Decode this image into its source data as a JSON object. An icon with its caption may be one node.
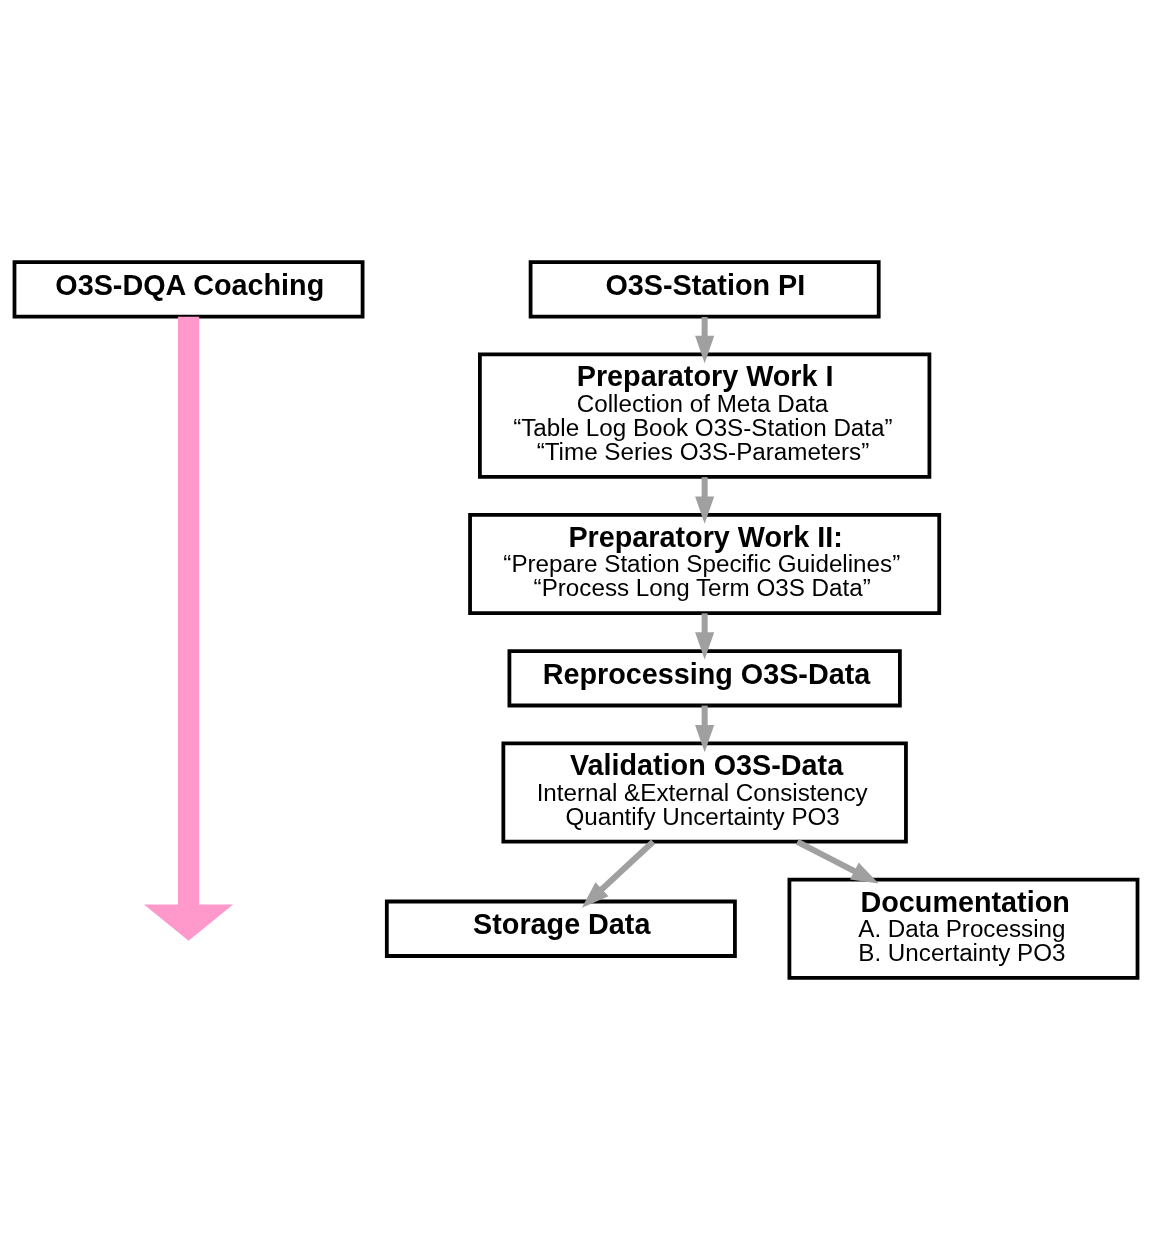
{
  "diagram": {
    "nodes": [
      {
        "text": [
          "O3S-DQA Coaching"
        ]
      },
      {
        "text": [
          "O3S-Station PI"
        ]
      },
      {
        "text": [
          "Preparatory Work I",
          "Collection of Meta Data",
          "“Table Log Book O3S-Station Data”",
          "“Time Series O3S-Parameters”"
        ]
      },
      {
        "text": [
          "Preparatory Work II:",
          "“Prepare Station Specific Guidelines”",
          "“Process Long Term O3S Data”"
        ]
      },
      {
        "text": [
          "Reprocessing O3S-Data"
        ]
      },
      {
        "text": [
          "Validation O3S-Data",
          "Internal &External Consistency",
          "Quantify Uncertainty PO3"
        ]
      },
      {
        "text": [
          "Storage Data"
        ]
      },
      {
        "text": [
          "Documentation",
          "A. Data Processing",
          "B. Uncertainty PO3"
        ]
      }
    ],
    "edges": [
      {
        "from": 0,
        "to": null,
        "arrow": "to",
        "style": "thick",
        "color": "#ff99cc"
      },
      {
        "from": 1,
        "to": 2,
        "arrow": "to"
      },
      {
        "from": 2,
        "to": 3,
        "arrow": "to"
      },
      {
        "from": 3,
        "to": 4,
        "arrow": "to"
      },
      {
        "from": 4,
        "to": 5,
        "arrow": "to"
      },
      {
        "from": 5,
        "to": 6,
        "arrow": "to"
      },
      {
        "from": 5,
        "to": 7,
        "arrow": "to"
      }
    ]
  }
}
